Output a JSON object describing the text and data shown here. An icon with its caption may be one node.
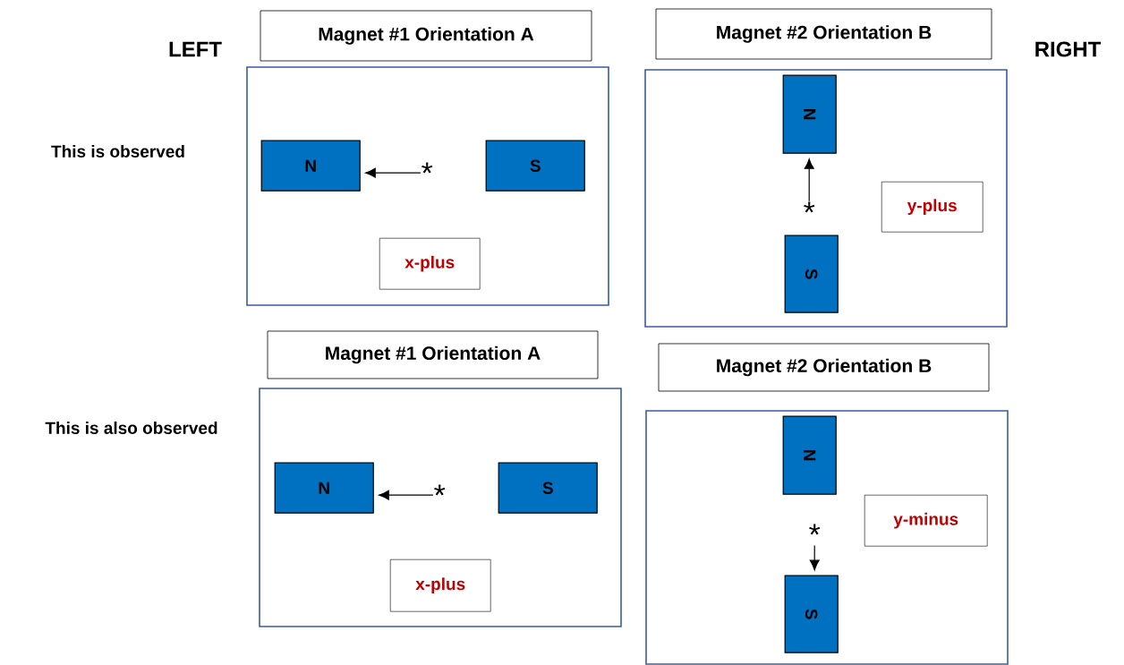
{
  "diagram": {
    "nodes": [
      {
        "text": [
          "Magnet #1 Orientation A"
        ]
      },
      {
        "text": [
          "Magnet #2 Orientation B"
        ]
      },
      {
        "text": [],
        "shape": "box"
      },
      {
        "text": [
          "N"
        ],
        "in": 2
      },
      {
        "text": [
          "*"
        ],
        "in": 2
      },
      {
        "text": [
          "S"
        ],
        "in": 2
      },
      {
        "text": [
          "x-plus"
        ],
        "in": 2
      },
      {
        "text": [],
        "shape": "box"
      },
      {
        "text": [
          "N"
        ],
        "in": 7
      },
      {
        "text": [
          "*"
        ],
        "in": 7
      },
      {
        "text": [
          "y-plus"
        ],
        "in": 7
      },
      {
        "text": [
          "S"
        ],
        "in": 7
      },
      {
        "text": [
          "Magnet #1 Orientation A"
        ]
      },
      {
        "text": [
          "Magnet #2 Orientation B"
        ]
      },
      {
        "text": [],
        "shape": "box"
      },
      {
        "text": [
          "N"
        ],
        "in": 14
      },
      {
        "text": [
          "*"
        ],
        "in": 14
      },
      {
        "text": [
          "S"
        ],
        "in": 14
      },
      {
        "text": [
          "x-plus"
        ],
        "in": 14
      },
      {
        "text": [],
        "shape": "box"
      },
      {
        "text": [
          "N"
        ],
        "in": 19
      },
      {
        "text": [
          "*"
        ],
        "in": 19
      },
      {
        "text": [
          "y-minus"
        ],
        "in": 19
      },
      {
        "text": [
          "S"
        ],
        "in": 19
      }
    ],
    "edges": [
      {
        "from": 4,
        "to": 3,
        "arrow": "to"
      },
      {
        "from": 9,
        "to": 8,
        "arrow": "to"
      },
      {
        "from": 16,
        "to": 15,
        "arrow": "to"
      },
      {
        "from": 21,
        "to": 23,
        "arrow": "to"
      }
    ],
    "labels": [
      "LEFT",
      "RIGHT",
      "This is observed",
      "This is also observed"
    ]
  }
}
